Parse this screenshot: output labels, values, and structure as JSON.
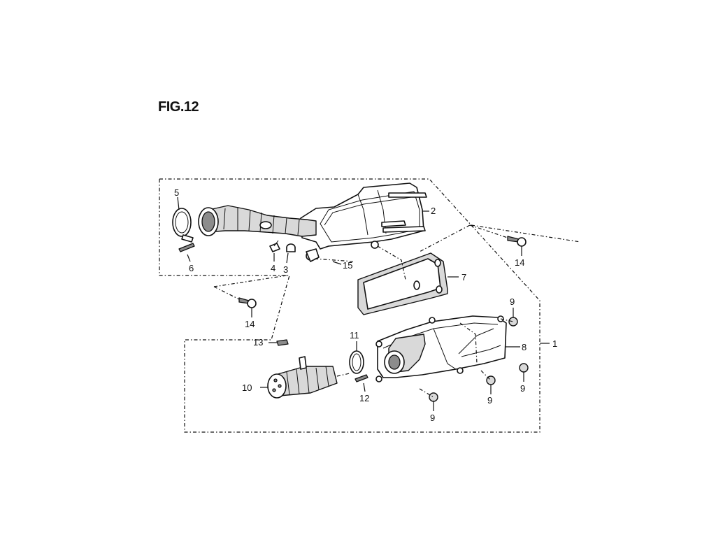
{
  "figure": {
    "title": "FIG.12"
  },
  "callouts": {
    "c1": "1",
    "c2": "2",
    "c3": "3",
    "c4": "4",
    "c5": "5",
    "c6": "6",
    "c7": "7",
    "c8": "8",
    "c9a": "9",
    "c9b": "9",
    "c9c": "9",
    "c9d": "9",
    "c10": "10",
    "c11": "11",
    "c12": "12",
    "c13": "13",
    "c14a": "14",
    "c14b": "14",
    "c15": "15"
  }
}
